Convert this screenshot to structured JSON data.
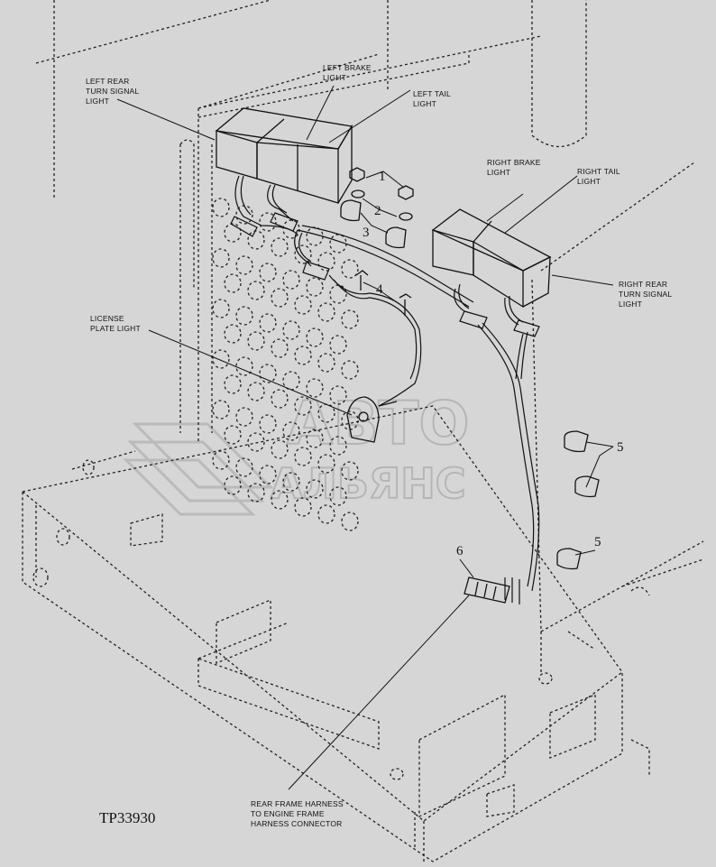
{
  "labels": {
    "left_rear_turn": [
      "LEFT REAR",
      "TURN SIGNAL",
      "LIGHT"
    ],
    "left_brake": [
      "LEFT BRAKE",
      "LIGHT"
    ],
    "left_tail": [
      "LEFT TAIL",
      "LIGHT"
    ],
    "right_brake": [
      "RIGHT BRAKE",
      "LIGHT"
    ],
    "right_tail": [
      "RIGHT TAIL",
      "LIGHT"
    ],
    "right_rear_turn": [
      "RIGHT REAR",
      "TURN SIGNAL",
      "LIGHT"
    ],
    "license_plate": [
      "LICENSE",
      "PLATE LIGHT"
    ],
    "harness_connector": [
      "REAR FRAME HARNESS",
      "TO ENGINE FRAME",
      "HARNESS CONNECTOR"
    ]
  },
  "callouts": {
    "n1": "1",
    "n2": "2",
    "n3": "3",
    "n4": "4",
    "n5a": "5",
    "n5b": "5",
    "n6": "6"
  },
  "figure_id": "TP33930",
  "watermark": {
    "line1": "АВТО",
    "line2": "АЛЬЯНС"
  }
}
